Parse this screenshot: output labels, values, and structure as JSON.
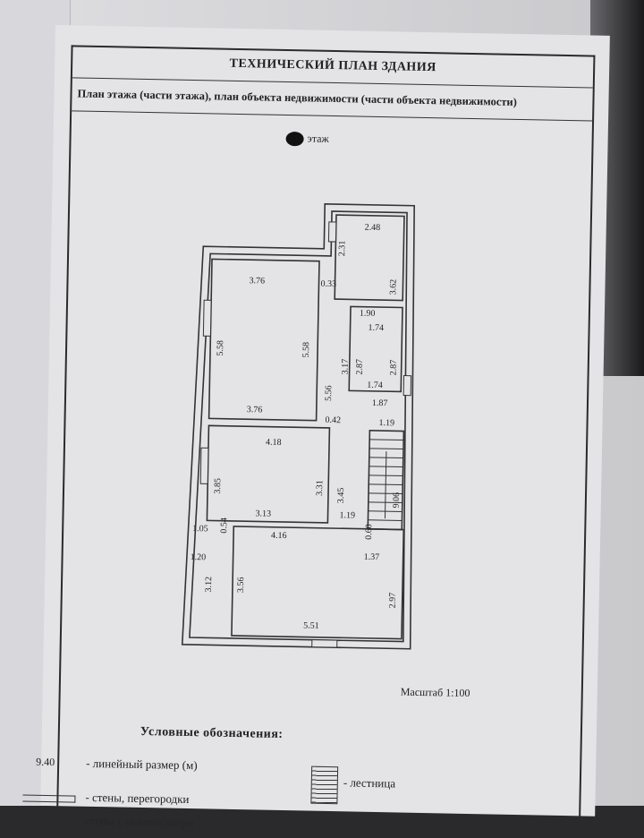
{
  "document": {
    "title": "ТЕХНИЧЕСКИЙ ПЛАН ЗДАНИЯ",
    "subtitle_line1": "План этажа (части этажа), план объекта недвижимости (части объекта недвижимости)",
    "floor_label": "этаж",
    "scale": "Масштаб 1:100"
  },
  "plan": {
    "dimensions": [
      "2.48",
      "2.31",
      "3.62",
      "0.33",
      "1.90",
      "3.76",
      "5.58",
      "5.58",
      "1.74",
      "5.56",
      "3.17",
      "2.87",
      "2.87",
      "1.74",
      "3.76",
      "0.42",
      "1.87",
      "1.19",
      "4.18",
      "3.85",
      "3.31",
      "3.45",
      "9.06",
      "3.13",
      "1.19",
      "0.54",
      "1.05",
      "4.16",
      "0.60",
      "1.20",
      "1.37",
      "3.12",
      "3.56",
      "2.97",
      "5.51"
    ]
  },
  "legend": {
    "title": "Условные обозначения:",
    "sample_value": "9.40",
    "linear_size": "- линейный размер (м)",
    "walls": "- стены, перегородки",
    "stairs": "- лестница",
    "cut_off": "стены с окнами/двери"
  }
}
